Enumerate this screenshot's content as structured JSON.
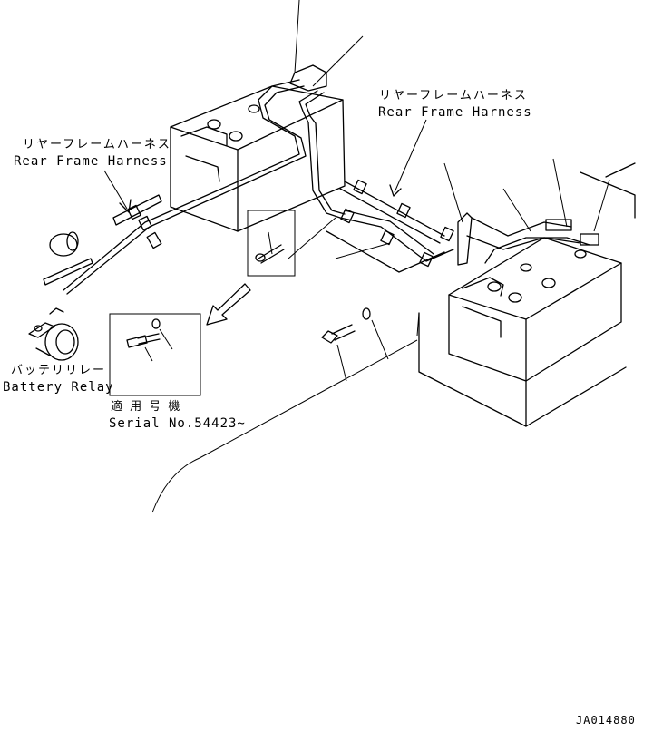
{
  "labels": {
    "rear_harness_right_jp": "リヤーフレームハーネス",
    "rear_harness_right_en": "Rear Frame Harness",
    "rear_harness_left_jp": "リヤーフレームハーネス",
    "rear_harness_left_en": "Rear Frame Harness",
    "battery_relay_jp": "バッテリリレー",
    "battery_relay_en": "Battery Relay",
    "serial_jp": "適 用 号 機",
    "serial_en": "Serial No.54423~",
    "drawing_code": "JA014880"
  }
}
